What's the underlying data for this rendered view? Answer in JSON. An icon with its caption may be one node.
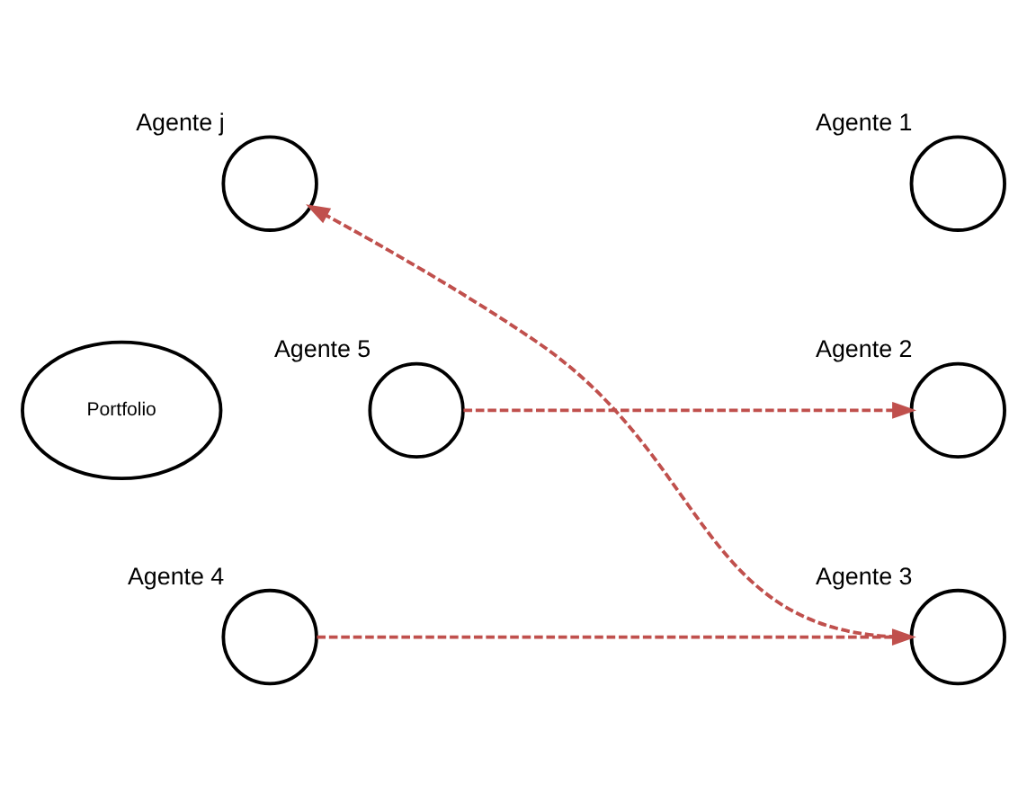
{
  "diagram": {
    "nodes": [
      {
        "text": [
          "Portfolio"
        ]
      },
      {
        "text": [],
        "shape": "circle",
        "beside": [
          "Agente j"
        ]
      },
      {
        "text": [],
        "shape": "circle",
        "beside": [
          "Agente 1"
        ]
      },
      {
        "text": [],
        "shape": "circle",
        "beside": [
          "Agente 5"
        ]
      },
      {
        "text": [],
        "shape": "circle",
        "beside": [
          "Agente 2"
        ]
      },
      {
        "text": [],
        "shape": "circle",
        "beside": [
          "Agente 4"
        ]
      },
      {
        "text": [],
        "shape": "circle",
        "beside": [
          "Agente 3"
        ]
      }
    ],
    "edges": [
      {
        "from": 3,
        "to": 4,
        "arrow": "to",
        "style": "dashed"
      },
      {
        "from": 6,
        "to": 1,
        "arrow": "to",
        "style": "dashed"
      },
      {
        "from": 5,
        "to": 6,
        "arrow": "to",
        "style": "dashed"
      }
    ]
  }
}
